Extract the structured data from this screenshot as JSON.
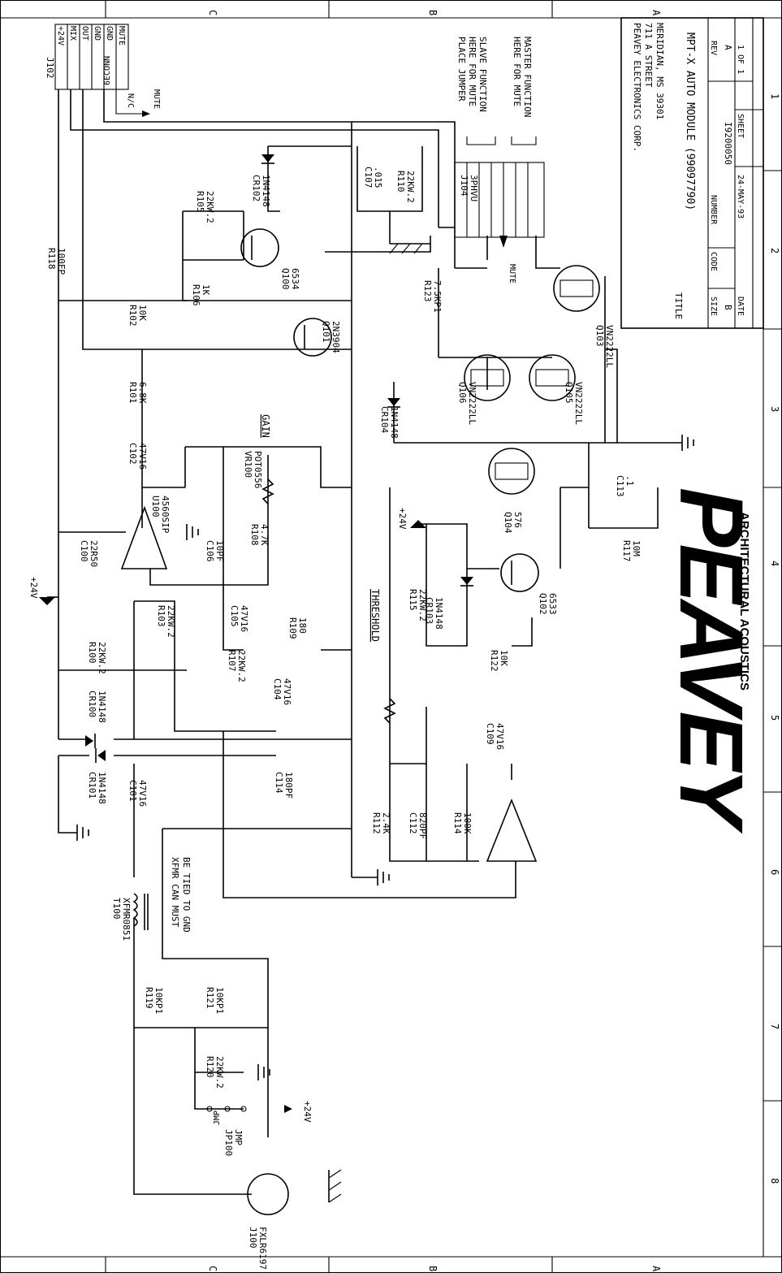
{
  "border": {
    "zones_top": [
      "C",
      "B",
      "A"
    ],
    "zones_bottom": [
      "C",
      "B",
      "A"
    ],
    "cols_right": [
      "1",
      "2",
      "3",
      "4",
      "5",
      "6",
      "7",
      "8"
    ]
  },
  "title_block": {
    "company": "PEAVEY ELECTRONICS CORP.",
    "street": "711 A STREET",
    "city": "MERIDIAN, MS 39301",
    "title_label": "TITLE",
    "title": "MPT-X AUTO MODULE (99097790)",
    "size_label": "SIZE",
    "size": "B",
    "code_label": "CODE",
    "number_label": "NUMBER",
    "number": "I9200050",
    "rev_label": "REV",
    "rev": "A",
    "date_label": "DATE",
    "date": "24-MAY-93",
    "sheet_label": "SHEET",
    "sheet": "1 OF 1"
  },
  "logo": {
    "brand": "PEAVEY",
    "sub": "ARCHITECTURAL ACOUSTICS",
    "reg": "®"
  },
  "notes": {
    "slave": [
      "PLACE JUMPER",
      "HERE FOR MUTE",
      "SLAVE FUNCTION"
    ],
    "master": [
      "HERE FOR MUTE",
      "MASTER FUNCTION"
    ],
    "xfmr": [
      "XFMR CAN MUST",
      "BE TIED TO GND"
    ]
  },
  "connector_j102": {
    "ref": "J102",
    "pins": [
      "+24V",
      "MIX",
      "OUT",
      "GND",
      "GND",
      "MUTE"
    ],
    "type": "6ECONN",
    "nc": "N/C",
    "mute": "MUTE"
  },
  "net_labels": {
    "gain": "GAIN",
    "threshold": "THRESHOLD",
    "mute": "MUTE",
    "p24v": "+24V",
    "jmp": "JMP"
  },
  "components": [
    {
      "ref": "R118",
      "value": "100FP"
    },
    {
      "ref": "R102",
      "value": "10K"
    },
    {
      "ref": "R106",
      "value": "1K"
    },
    {
      "ref": "R105",
      "value": "22KW.2"
    },
    {
      "ref": "CR102",
      "value": "1N4148"
    },
    {
      "ref": "Q100",
      "value": "6534"
    },
    {
      "ref": "Q101",
      "value": "2N3904"
    },
    {
      "ref": "R101",
      "value": "6.8K"
    },
    {
      "ref": "C102",
      "value": "47V16"
    },
    {
      "ref": "C107",
      "value": ".015"
    },
    {
      "ref": "R110",
      "value": "22KW.2"
    },
    {
      "ref": "R123",
      "value": "7.5KP1"
    },
    {
      "ref": "J104",
      "value": "3PHVU"
    },
    {
      "ref": "Q103",
      "value": "VN2222LL"
    },
    {
      "ref": "Q105",
      "value": "VN2222LL"
    },
    {
      "ref": "Q106",
      "value": "VN2222LL"
    },
    {
      "ref": "CR104",
      "value": "1N4148"
    },
    {
      "ref": "Q104",
      "value": "576"
    },
    {
      "ref": "C113",
      "value": ".1"
    },
    {
      "ref": "R117",
      "value": "10M"
    },
    {
      "ref": "VR100",
      "value": "POT0556"
    },
    {
      "ref": "R108",
      "value": "4.7K"
    },
    {
      "ref": "C106",
      "value": "10PF"
    },
    {
      "ref": "U100",
      "value": "4560SIP"
    },
    {
      "ref": "C100",
      "value": "22R50"
    },
    {
      "ref": "R115",
      "value": "22KW.2"
    },
    {
      "ref": "CR103",
      "value": "1N4148"
    },
    {
      "ref": "Q102",
      "value": "6533"
    },
    {
      "ref": "C105",
      "value": "47V16"
    },
    {
      "ref": "R109",
      "value": "180"
    },
    {
      "ref": "R103",
      "value": "22KW.2"
    },
    {
      "ref": "R100",
      "value": "22KW.2"
    },
    {
      "ref": "R107",
      "value": "22KW.2"
    },
    {
      "ref": "R122",
      "value": "10K"
    },
    {
      "ref": "CR100",
      "value": "1N4148"
    },
    {
      "ref": "C104",
      "value": "47V16"
    },
    {
      "ref": "C109",
      "value": "47V16"
    },
    {
      "ref": "CR101",
      "value": "1N4148"
    },
    {
      "ref": "C114",
      "value": "180PF"
    },
    {
      "ref": "C101",
      "value": "47V16"
    },
    {
      "ref": "R112",
      "value": "2.4K"
    },
    {
      "ref": "C112",
      "value": "820PF"
    },
    {
      "ref": "R114",
      "value": "100K"
    },
    {
      "ref": "T100",
      "value": "XFMR0851"
    },
    {
      "ref": "R119",
      "value": "10KP1"
    },
    {
      "ref": "R121",
      "value": "10KP1"
    },
    {
      "ref": "R120",
      "value": "22KW.2"
    },
    {
      "ref": "JP100",
      "value": "JMP"
    },
    {
      "ref": "J100",
      "value": "FXLR6197"
    }
  ]
}
